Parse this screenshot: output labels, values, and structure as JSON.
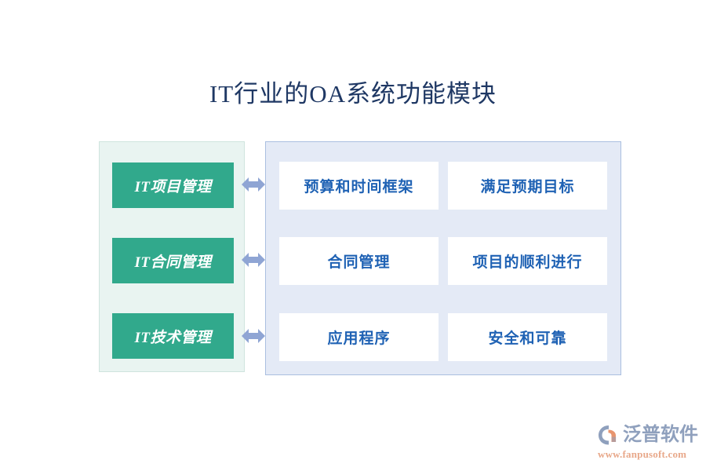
{
  "title": "IT行业的OA系统功能模块",
  "colors": {
    "title_text": "#1f3864",
    "left_panel_bg": "#e9f4f1",
    "left_panel_border": "#cfe4de",
    "green_card_bg": "#31a98c",
    "green_card_text": "#ffffff",
    "right_panel_bg": "#e4eaf6",
    "right_panel_border": "#aabfe0",
    "white_card_bg": "#ffffff",
    "white_card_text": "#1f62b4",
    "arrow": "#8fa5d4",
    "logo_text": "#8fa0bd",
    "logo_url": "#e8a88a",
    "page_bg": "#ffffff"
  },
  "left_panel": {
    "items": [
      {
        "label": "IT项目管理"
      },
      {
        "label": "IT合同管理"
      },
      {
        "label": "IT技术管理"
      }
    ]
  },
  "connectors": [
    {
      "icon": "double-arrow-horizontal-icon"
    },
    {
      "icon": "double-arrow-horizontal-icon"
    },
    {
      "icon": "double-arrow-horizontal-icon"
    }
  ],
  "right_panel": {
    "rows": [
      {
        "cells": [
          {
            "label": "预算和时间框架"
          },
          {
            "label": "满足预期目标"
          }
        ]
      },
      {
        "cells": [
          {
            "label": "合同管理"
          },
          {
            "label": "项目的顺利进行"
          }
        ]
      },
      {
        "cells": [
          {
            "label": "应用程序"
          },
          {
            "label": "安全和可靠"
          }
        ]
      }
    ]
  },
  "watermark": {
    "mark_icon": "fanpusoft-logo-icon",
    "brand": "泛普软件",
    "url": "www.fanpusoft.com"
  }
}
